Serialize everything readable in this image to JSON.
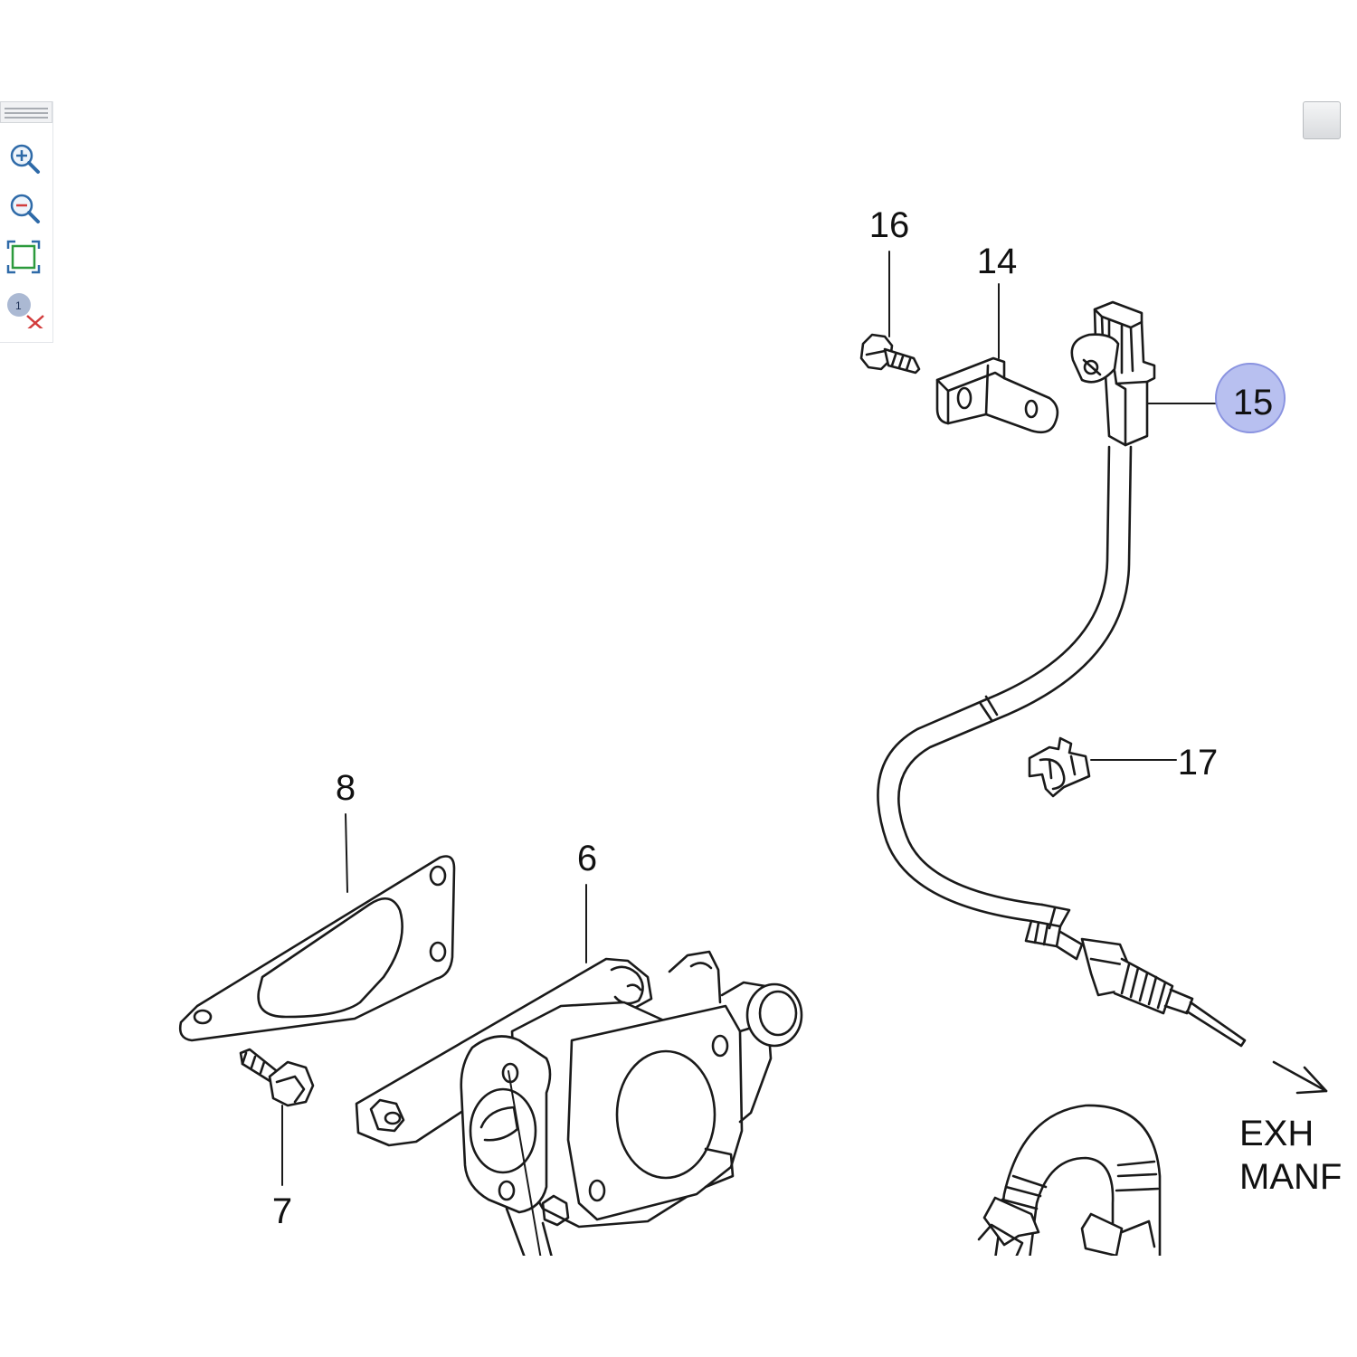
{
  "toolbar": {
    "tools": [
      {
        "name": "zoom-in",
        "icon": "zoom-in-icon"
      },
      {
        "name": "zoom-out",
        "icon": "zoom-out-icon"
      },
      {
        "name": "fit-to-screen",
        "icon": "fit-screen-icon"
      },
      {
        "name": "clear-selection",
        "icon": "clear-callout-icon"
      }
    ]
  },
  "corner_button": {
    "icon": "square-button-icon"
  },
  "callouts": {
    "c6": "6",
    "c7": "7",
    "c8": "8",
    "c14": "14",
    "c15": "15",
    "c16": "16",
    "c17": "17"
  },
  "selected_callout": "15",
  "exhaust_label": {
    "line1": "EXH",
    "line2": "MANF"
  },
  "colors": {
    "line": "#1a1a1a",
    "highlight_fill": "#b8c0f0",
    "highlight_stroke": "#8a93e0",
    "icon_blue": "#2e6aa8",
    "icon_green": "#2c9a3c",
    "icon_red": "#d23c3c"
  }
}
